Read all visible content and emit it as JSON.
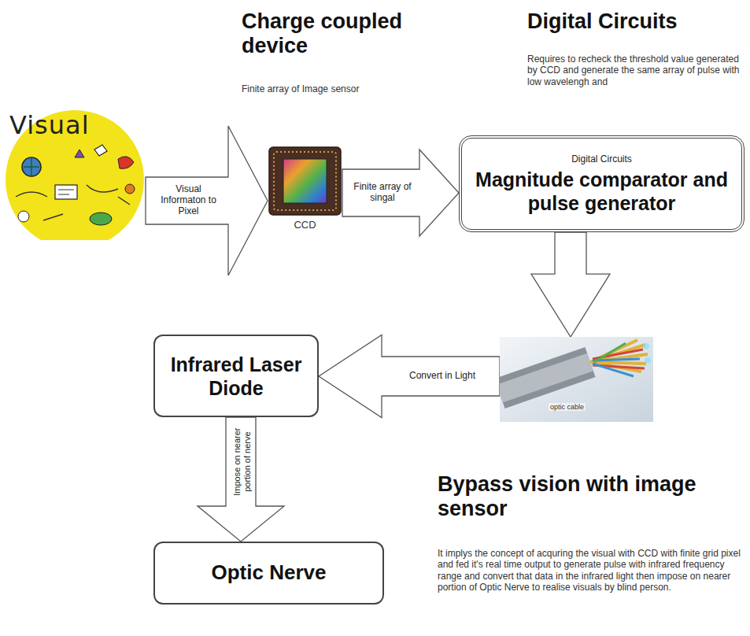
{
  "diagram": {
    "nodes": [
      {
        "text": [
          "Visual"
        ]
      },
      {
        "text": [
          "CCD"
        ]
      },
      {
        "text": [
          "Digital Circuits",
          "Magnitude comparator and pulse generator"
        ]
      },
      {
        "text": [
          "optic cable"
        ]
      },
      {
        "text": [
          "Infrared Laser Diode"
        ]
      },
      {
        "text": [
          "Optic Nerve"
        ]
      }
    ],
    "edges": [
      {
        "from": 0,
        "to": 1,
        "arrow": "to",
        "label": "Visual Informaton to Pixel"
      },
      {
        "from": 1,
        "to": 2,
        "arrow": "to",
        "label": "Finite array of singal"
      },
      {
        "from": 2,
        "to": 3,
        "arrow": "to"
      },
      {
        "from": 3,
        "to": 4,
        "arrow": "to",
        "label": "Convert in Light"
      },
      {
        "from": 4,
        "to": 5,
        "arrow": "to",
        "label": "Impose on nearer portion of nerve"
      }
    ],
    "labels": [
      "Charge coupled device",
      "Finite array of Image sensor",
      "Digital Circuits",
      "Requires to recheck the threshold value generated by CCD and generate the same array of pulse with low wavelengh and",
      "Bypass vision with image sensor",
      "It implys the concept of acquring the visual with CCD with finite grid pixel and fed it's real time output to generate pulse with infrared frequency range and convert that data in the infrared light then impose on nearer portion of Optic Nerve to realise visuals by blind person."
    ]
  }
}
